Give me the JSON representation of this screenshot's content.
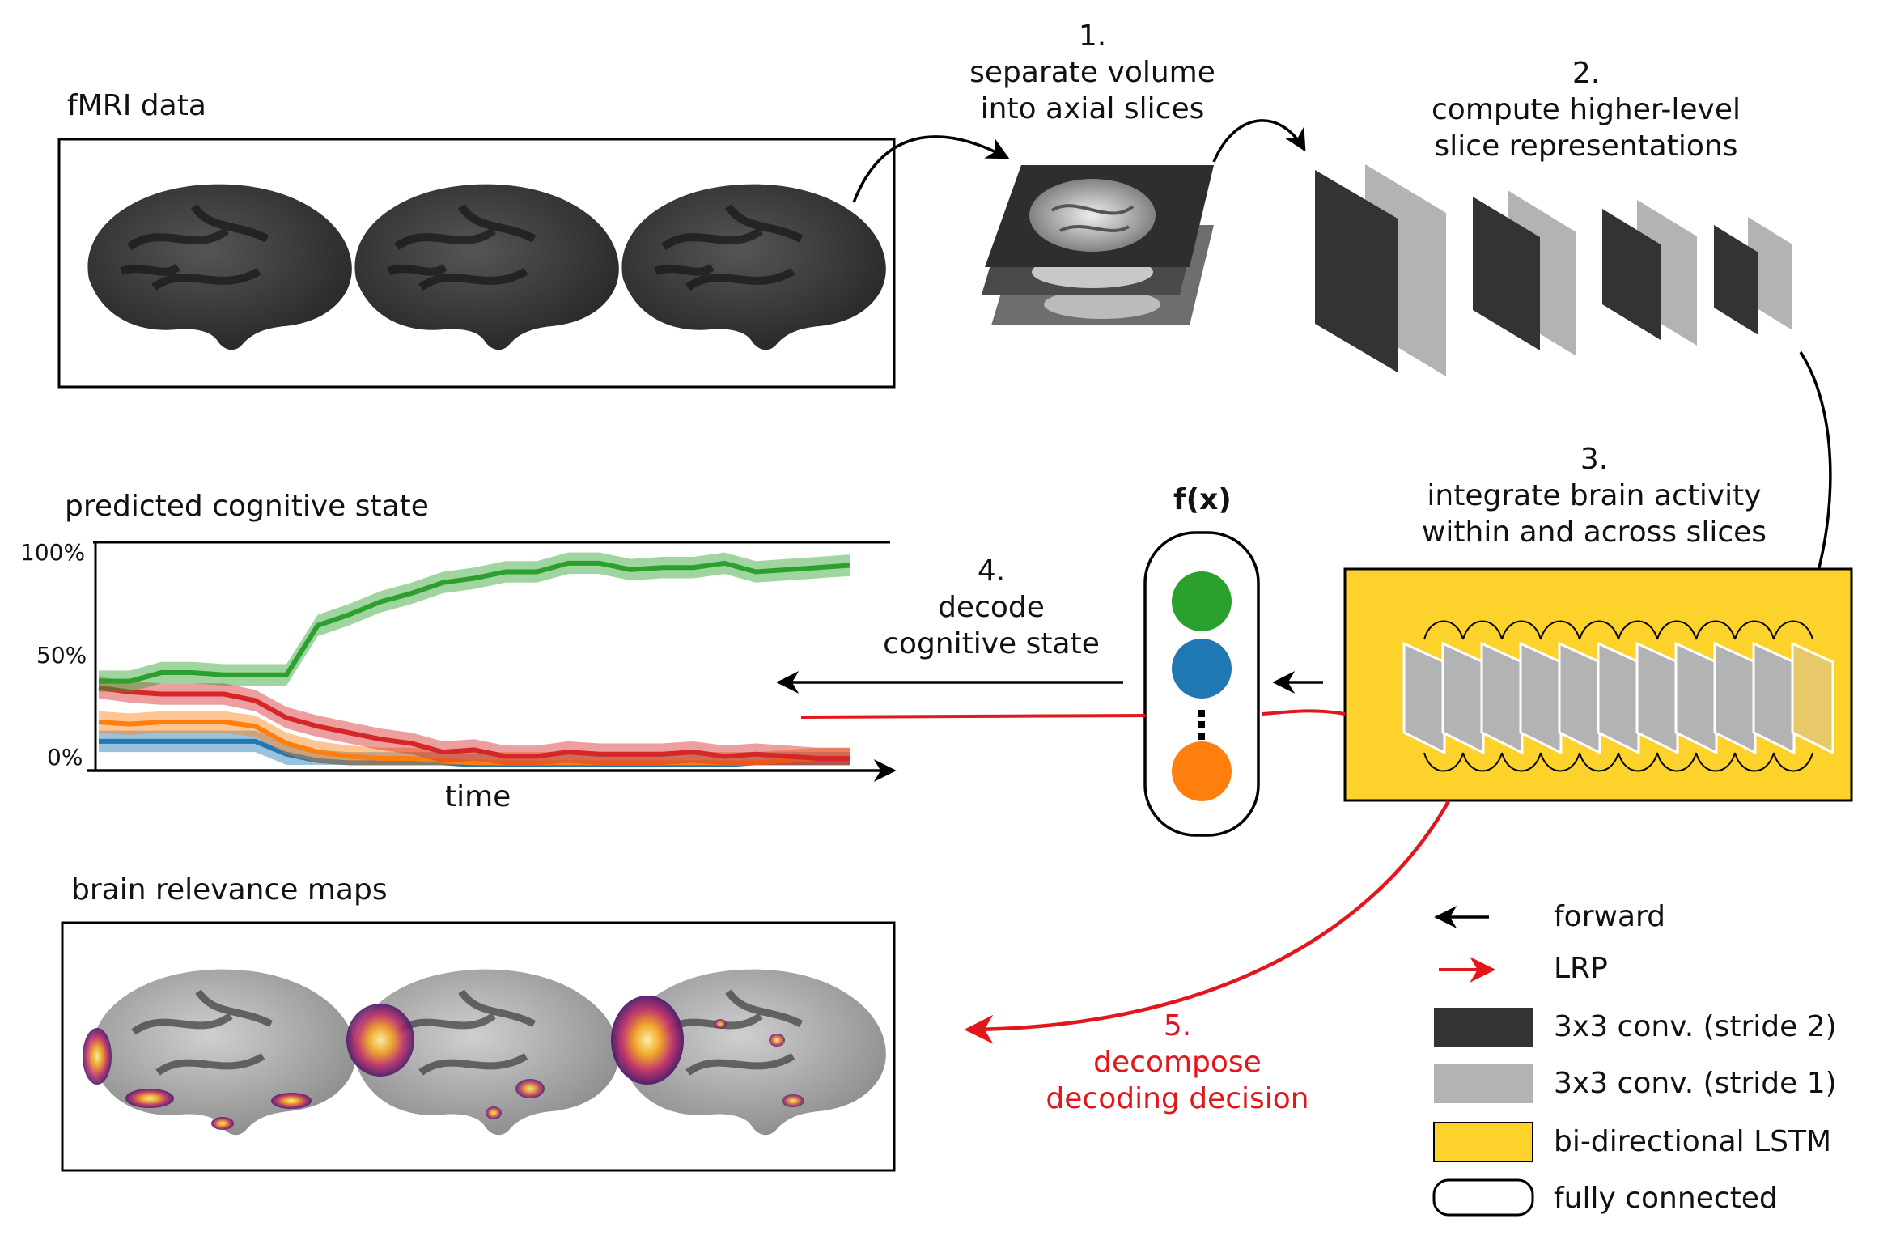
{
  "sections": {
    "fmri_title": "fMRI data",
    "predicted_title": "predicted cognitive state",
    "relevance_title": "brain relevance maps"
  },
  "steps": {
    "s1_num": "1.",
    "s1_line1": "separate volume",
    "s1_line2": "into axial slices",
    "s2_num": "2.",
    "s2_line1": "compute higher-level",
    "s2_line2": "slice representations",
    "s3_num": "3.",
    "s3_line1": "integrate brain activity",
    "s3_line2": "within and across slices",
    "s4_num": "4.",
    "s4_line1": "decode",
    "s4_line2": "cognitive state",
    "s5_num": "5.",
    "s5_line1": "decompose",
    "s5_line2": "decoding decision"
  },
  "fc_label": "f(x)",
  "legend": {
    "forward": "forward",
    "lrp": "LRP",
    "conv_stride2": "3x3 conv. (stride 2)",
    "conv_stride1": "3x3 conv. (stride 1)",
    "lstm": "bi-directional LSTM",
    "fully_connected": "fully connected"
  },
  "colors": {
    "conv_stride2": "#333333",
    "conv_stride1": "#b3b3b3",
    "lstm": "#fcd22b",
    "lrp": "#e3161c",
    "green": "#2ca02c",
    "blue": "#1f77b4",
    "orange": "#ff7f0e",
    "red": "#d62728"
  },
  "chart_data": {
    "type": "line",
    "title": "predicted cognitive state",
    "xlabel": "time",
    "ylabel": "",
    "y_tick_labels": [
      "100%",
      "50%",
      "0%"
    ],
    "ylim": [
      0,
      100
    ],
    "x": [
      0,
      1,
      2,
      3,
      4,
      5,
      6,
      7,
      8,
      9,
      10,
      11,
      12,
      13,
      14,
      15,
      16,
      17,
      18,
      19,
      20,
      21,
      22,
      23,
      24
    ],
    "series": [
      {
        "color": "#2ca02c",
        "values": [
          39,
          39,
          43,
          43,
          42,
          42,
          42,
          65,
          70,
          76,
          80,
          85,
          87,
          90,
          90,
          94,
          94,
          91,
          92,
          92,
          94,
          90,
          91,
          92,
          93
        ]
      },
      {
        "color": "#d62728",
        "values": [
          36,
          34,
          33,
          33,
          33,
          30,
          22,
          18,
          15,
          12,
          10,
          6,
          7,
          4,
          4,
          6,
          5,
          5,
          5,
          6,
          4,
          5,
          4,
          3,
          3
        ]
      },
      {
        "color": "#ff7f0e",
        "values": [
          20,
          19,
          20,
          20,
          20,
          18,
          10,
          6,
          4,
          3,
          3,
          2,
          1,
          1,
          1,
          1,
          1,
          1,
          1,
          1,
          1,
          1,
          2,
          3,
          3
        ]
      },
      {
        "color": "#1f77b4",
        "values": [
          11,
          11,
          11,
          11,
          11,
          11,
          5,
          2,
          1,
          1,
          1,
          1,
          0,
          0,
          0,
          0,
          0,
          0,
          0,
          0,
          0,
          1,
          1,
          1,
          1
        ]
      }
    ]
  }
}
